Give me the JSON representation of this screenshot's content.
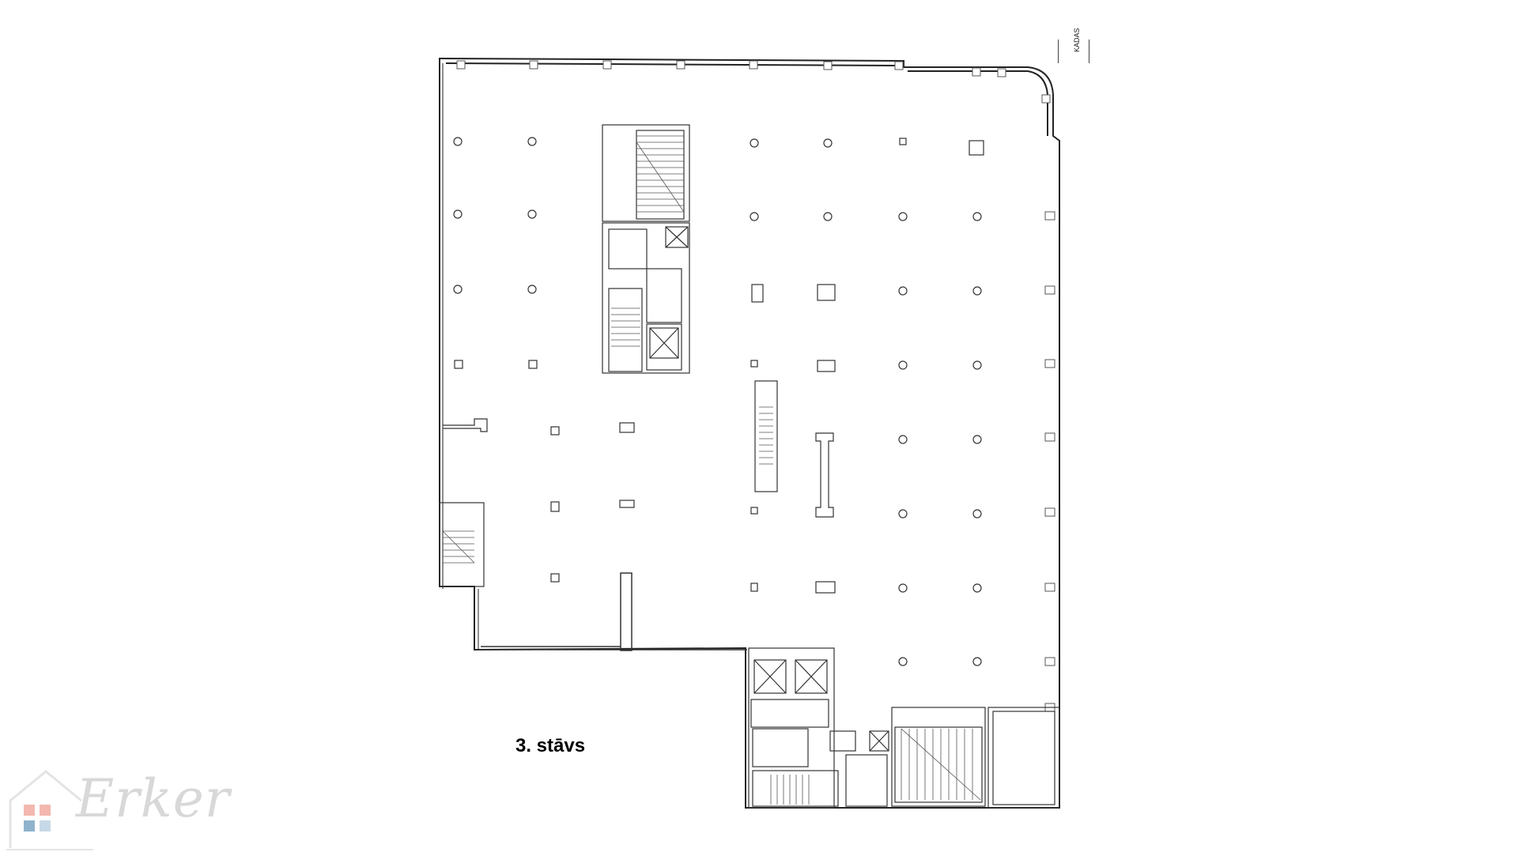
{
  "floor_label": "3. stāvs",
  "north_label": "KADAS",
  "logo": {
    "brand": "Erker"
  },
  "colors": {
    "wall": "#222222",
    "detail": "#555555",
    "logo_red": "#f4b8b0",
    "logo_blue": "#8fb3cc",
    "logo_text": "#d8d8d8"
  }
}
